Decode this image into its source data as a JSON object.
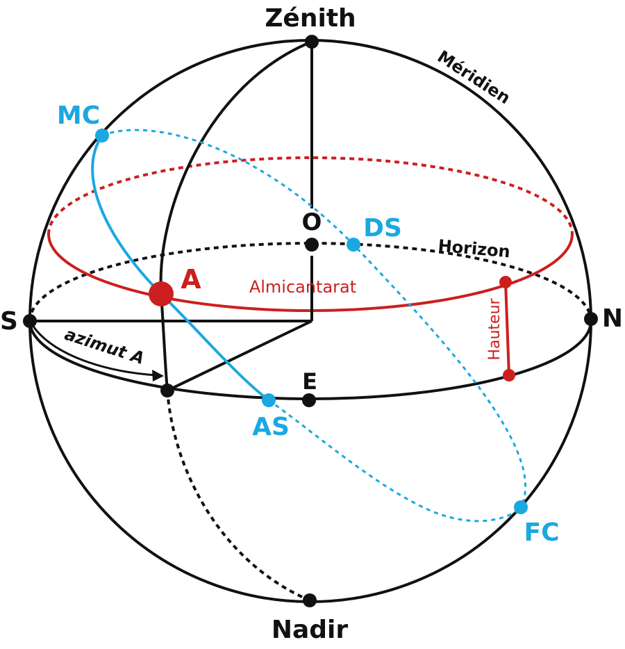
{
  "colors": {
    "black": "#111111",
    "red": "#cc1f1f",
    "blue": "#1ba8e0"
  },
  "labels": {
    "zenith": "Zénith",
    "nadir": "Nadir",
    "meridien": "Méridien",
    "horizon": "Horizon",
    "south": "S",
    "north": "N",
    "east": "E",
    "west": "O",
    "mc": "MC",
    "ds": "DS",
    "as": "AS",
    "fc": "FC",
    "star": "A",
    "almicantarat": "Almicantarat",
    "hauteur": "Hauteur",
    "azimut": "azimut A"
  }
}
